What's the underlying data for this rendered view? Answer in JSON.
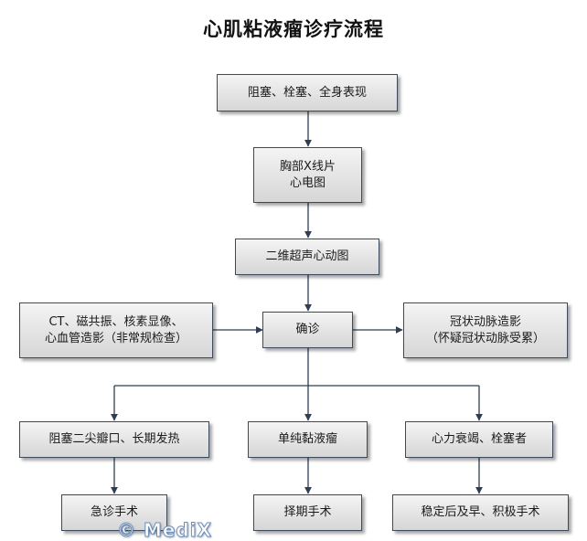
{
  "title": "心肌粘液瘤诊疗流程",
  "colors": {
    "connector": "#2f3d55",
    "box_border": "#3d4a5c"
  },
  "nodes": {
    "symptoms": [
      "阻塞、栓塞、全身表现"
    ],
    "chest_xray": [
      "胸部X线片",
      "心电图"
    ],
    "echo": [
      "二维超声心动图"
    ],
    "imaging": [
      "CT、磁共振、核素显像、",
      "心血管造影（非常规检查）"
    ],
    "diagnosis": [
      "确诊"
    ],
    "angiography": [
      "冠状动脉造影",
      "（怀疑冠状动脉受累）"
    ],
    "obstruction": [
      "阻塞二尖瓣口、长期发热"
    ],
    "simple_myxoma": [
      "单纯黏液瘤"
    ],
    "heart_failure": [
      "心力衰竭、栓塞者"
    ],
    "emergency_surgery": [
      "急诊手术"
    ],
    "elective_surgery": [
      "择期手术"
    ],
    "early_surgery": [
      "稳定后及早、积极手术"
    ]
  },
  "watermark": "© MediX"
}
